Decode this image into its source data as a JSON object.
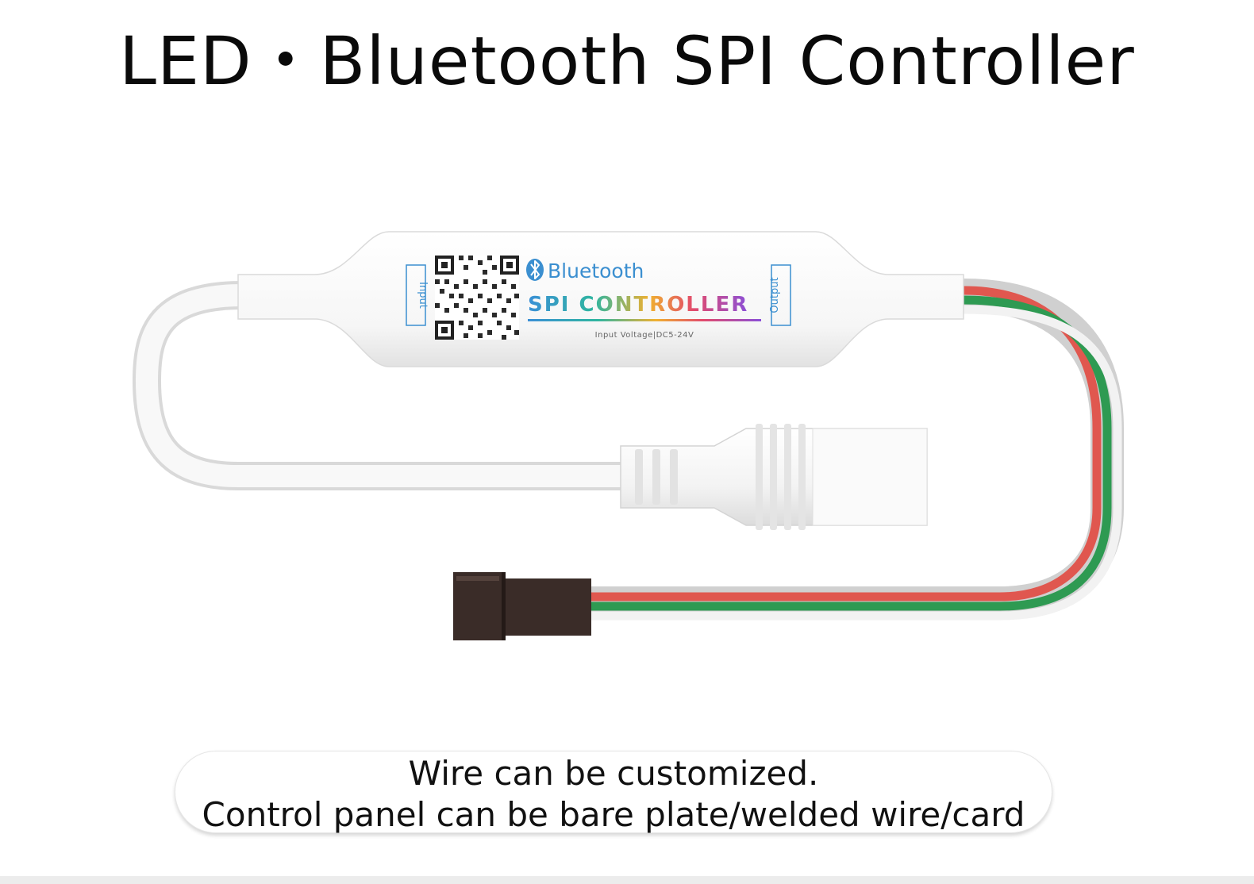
{
  "headline": "LED・Bluetooth SPI Controller",
  "device": {
    "brand_text": "Bluetooth",
    "model_text": "SPI CONTROLLER",
    "spec_text": "Input Voltage|DC5-24V",
    "input_label": "Input",
    "output_label": "Output"
  },
  "caption": {
    "line1": "Wire can be customized.",
    "line2": "Control panel can be bare plate/welded wire/card"
  },
  "colors": {
    "wire_red": "#e0574f",
    "wire_green": "#2e9a52",
    "connector_dark": "#3a2c28",
    "housing_white": "#f7f7f7",
    "label_blue": "#3b8fd0"
  }
}
